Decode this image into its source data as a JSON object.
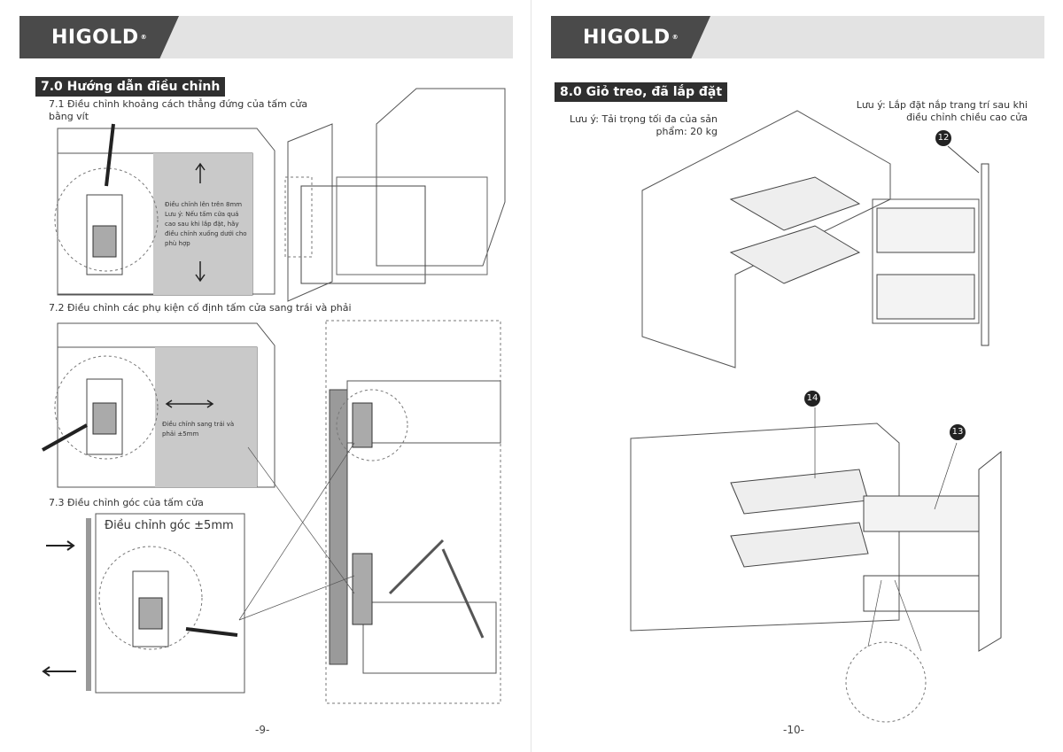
{
  "brand": "HIGOLD",
  "brand_mark": "®",
  "page9": {
    "section_title": "7.0 Hướng dẫn điều chỉnh",
    "step1": {
      "title": "7.1 Điều chỉnh khoảng cách thẳng đứng của tấm cửa bằng vít",
      "label": "Điều chỉnh lên trên 8mm",
      "note": "Lưu ý: Nếu tấm cửa quá cao sau khi lắp đặt, hãy điều chỉnh xuống dưới cho phù hợp"
    },
    "step2": {
      "title": "7.2 Điều chỉnh các phụ kiện cố định tấm cửa sang trái và phải",
      "label": "Điều chỉnh sang trái và phải ±5mm"
    },
    "step3": {
      "title": "7.3 Điều chỉnh góc của tấm cửa",
      "label": "Điều chỉnh góc ±5mm"
    },
    "page_number": "-9-"
  },
  "page10": {
    "section_title": "8.0 Giỏ treo, đã lắp đặt",
    "note_load": "Lưu ý: Tải trọng tối đa của sản phẩm: 20 kg",
    "note_cover": "Lưu ý: Lắp đặt nắp trang trí sau khi điều chỉnh chiều cao cửa",
    "callouts": [
      "12",
      "14",
      "13"
    ],
    "page_number": "-10-"
  }
}
